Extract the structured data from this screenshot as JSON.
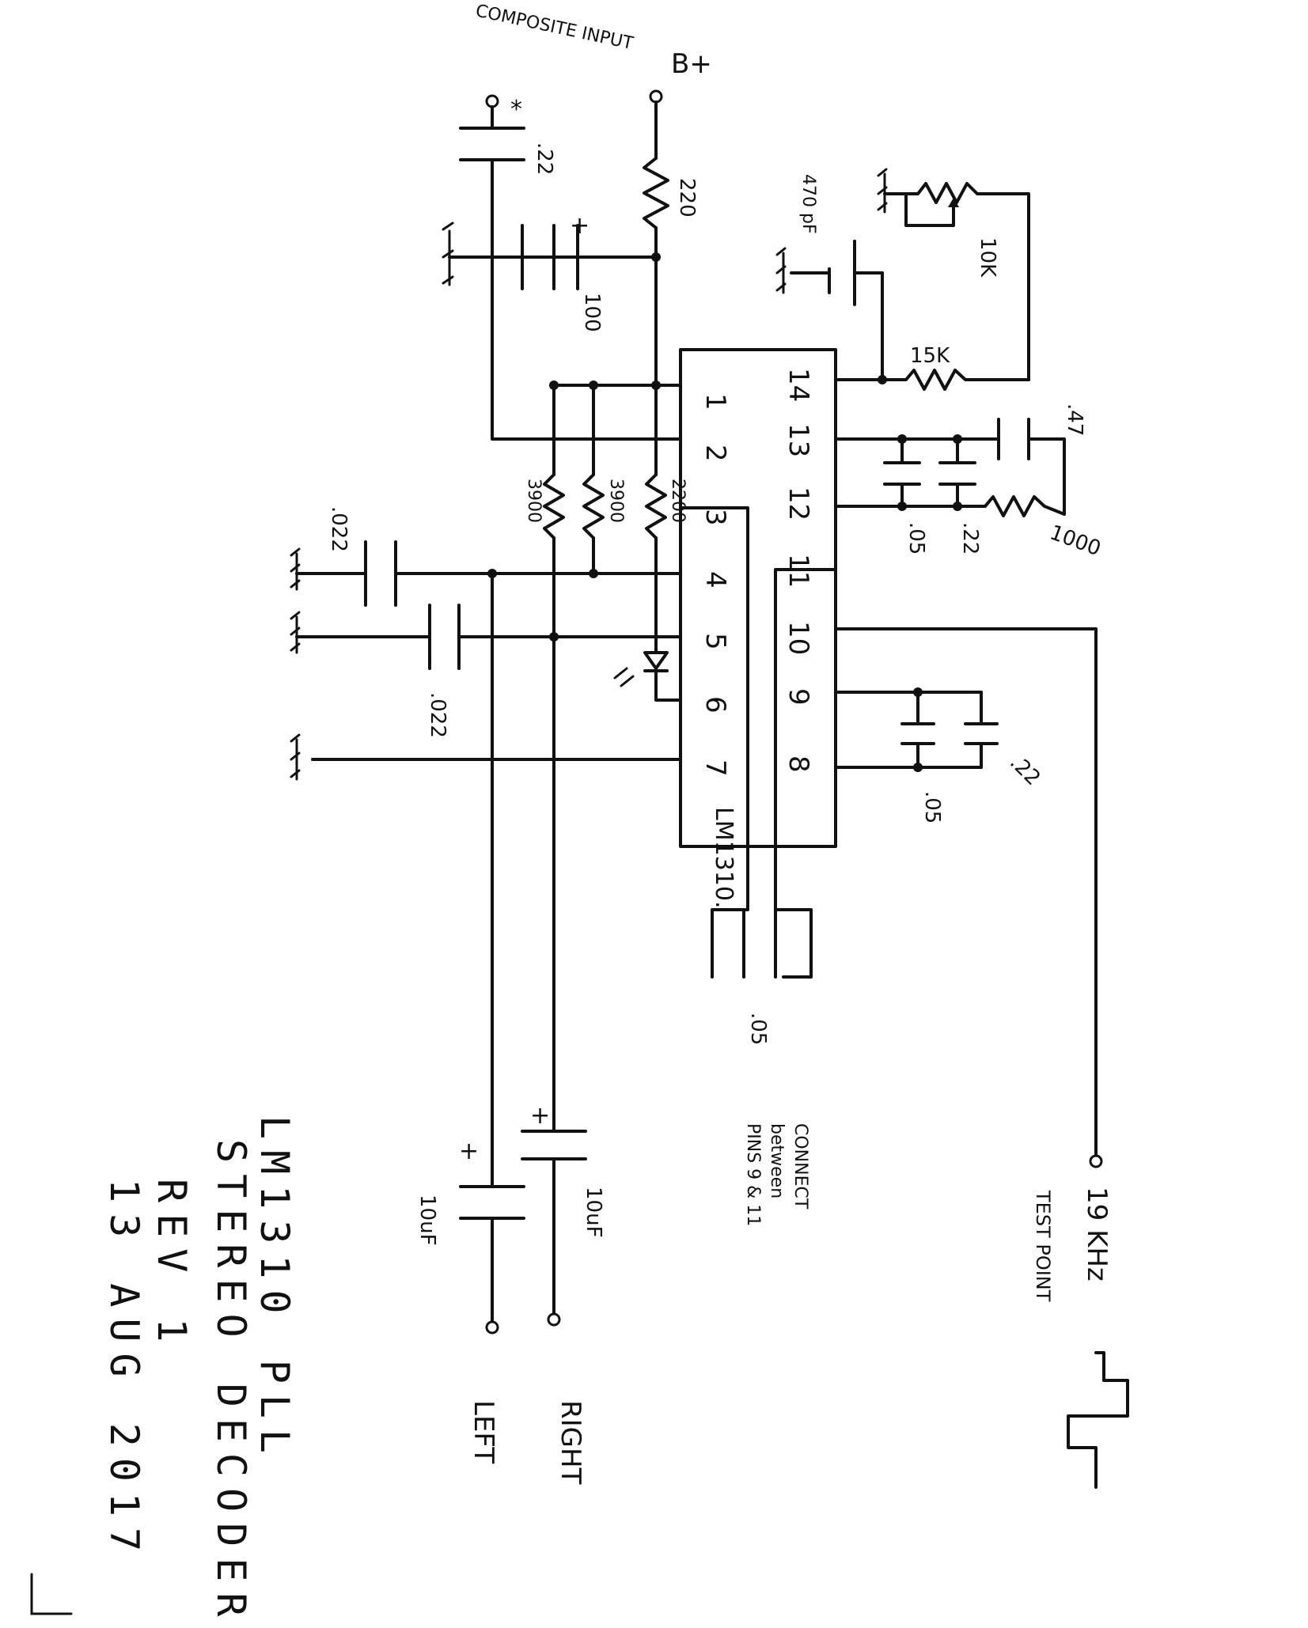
{
  "chip": {
    "label": "LM1310.",
    "pins_left": [
      "1",
      "2",
      "3",
      "4",
      "5",
      "6",
      "7"
    ],
    "pins_right": [
      "14",
      "13",
      "12",
      "11",
      "10",
      "9",
      "8"
    ]
  },
  "inputs": {
    "composite": "COMPOSITE INPUT",
    "composite_cap": ".22",
    "star": "*",
    "bplus": "B+",
    "r_bplus": "220",
    "c_supply": "100",
    "plus": "+"
  },
  "values": {
    "c_pin4": ".022",
    "c_pin5": ".022",
    "r1": "3900",
    "r2": "3900",
    "r3": "2200",
    "c_14": "470 pF",
    "pot": "10K",
    "r_14": "15K",
    "c_13a": ".05",
    "c_13b": ".22",
    "c_top": ".47",
    "r_12": "1000",
    "c_89a": ".05",
    "c_89b": ".22",
    "c_bottom": ".05",
    "c_left": "10uF",
    "c_right": "10uF"
  },
  "outputs": {
    "left": "LEFT",
    "right": "RIGHT"
  },
  "notes": {
    "connect": [
      "CONNECT",
      "between",
      "PINS 9 & 11"
    ],
    "freq": "19 KHz",
    "test_point": "TEST POINT"
  },
  "title_block": {
    "line1": "LM1310 PLL",
    "line2": "STEREO DECODER",
    "line3": "REV 1",
    "line4": "13 AUG 2017"
  }
}
